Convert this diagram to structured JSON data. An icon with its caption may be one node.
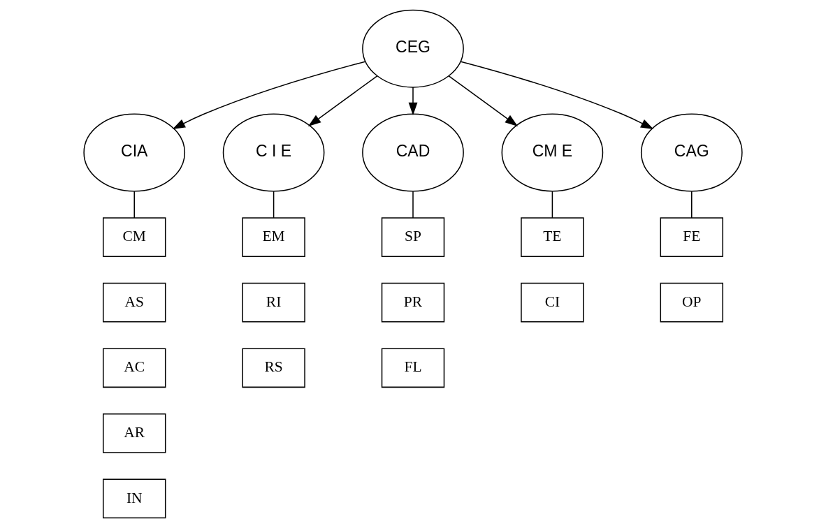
{
  "diagram": {
    "nodes": [
      {
        "text": [
          "CEG"
        ]
      },
      {
        "text": [
          "CIA"
        ]
      },
      {
        "text": [
          "C I E"
        ]
      },
      {
        "text": [
          "CAD"
        ]
      },
      {
        "text": [
          "CM E"
        ]
      },
      {
        "text": [
          "CAG"
        ]
      },
      {
        "text": [
          "CM"
        ]
      },
      {
        "text": [
          "AS"
        ]
      },
      {
        "text": [
          "AC"
        ]
      },
      {
        "text": [
          "AR"
        ]
      },
      {
        "text": [
          "IN"
        ]
      },
      {
        "text": [
          "EM"
        ]
      },
      {
        "text": [
          "RI"
        ]
      },
      {
        "text": [
          "RS"
        ]
      },
      {
        "text": [
          "SP"
        ]
      },
      {
        "text": [
          "PR"
        ]
      },
      {
        "text": [
          "FL"
        ]
      },
      {
        "text": [
          "TE"
        ]
      },
      {
        "text": [
          "CI"
        ]
      },
      {
        "text": [
          "FE"
        ]
      },
      {
        "text": [
          "OP"
        ]
      }
    ],
    "edges": [
      {
        "from": 0,
        "to": 1,
        "arrow": "to"
      },
      {
        "from": 0,
        "to": 2,
        "arrow": "to"
      },
      {
        "from": 0,
        "to": 3,
        "arrow": "to"
      },
      {
        "from": 0,
        "to": 4,
        "arrow": "to"
      },
      {
        "from": 0,
        "to": 5,
        "arrow": "to"
      },
      {
        "from": 1,
        "to": 6,
        "arrow": "none"
      },
      {
        "from": 2,
        "to": 11,
        "arrow": "none"
      },
      {
        "from": 3,
        "to": 14,
        "arrow": "none"
      },
      {
        "from": 4,
        "to": 17,
        "arrow": "none"
      },
      {
        "from": 5,
        "to": 19,
        "arrow": "none"
      }
    ]
  }
}
